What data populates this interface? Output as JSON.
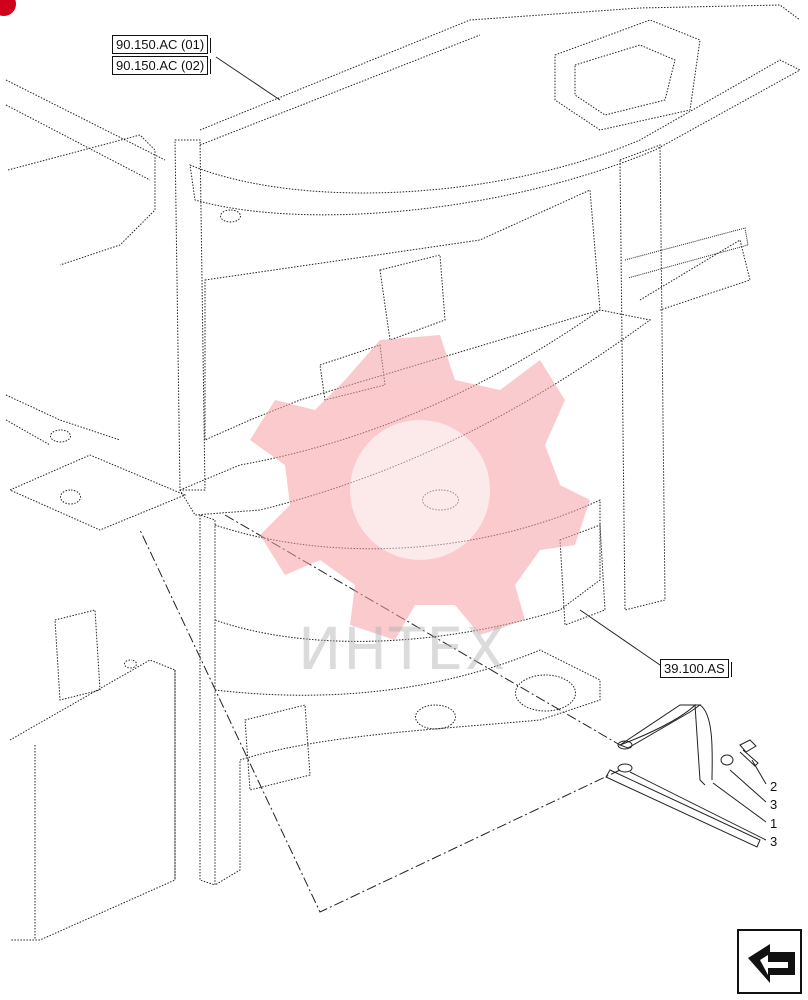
{
  "references": {
    "ref_1": "90.150.AC (01)",
    "ref_2": "90.150.AC (02)",
    "ref_3": "39.100.AS"
  },
  "callouts": [
    "2",
    "3",
    "1",
    "3"
  ],
  "watermark": {
    "brand_text": "ИНТЕХ",
    "logo_color": "#f6a0a6",
    "text_color": "#b0b0b0"
  },
  "navigation": {
    "icon": "arrow-nav-icon"
  },
  "colors": {
    "line": "#222222",
    "corner_badge": "#d0021b"
  }
}
